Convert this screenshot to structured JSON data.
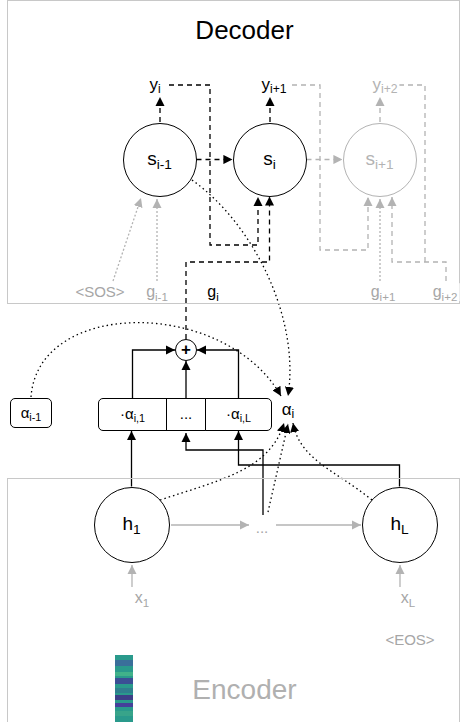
{
  "diagram": {
    "nodes": [
      {
        "text": [
          "Decoder"
        ]
      },
      {
        "text": [
          "si-1"
        ],
        "in": 0
      },
      {
        "text": [
          "si"
        ],
        "in": 0
      },
      {
        "text": [
          "si+1"
        ],
        "in": 0
      },
      {
        "text": [
          "+"
        ]
      },
      {
        "text": [
          "αi-1"
        ]
      },
      {
        "text": [
          "·αi,1"
        ]
      },
      {
        "text": [
          "..."
        ]
      },
      {
        "text": [
          "·αi,L"
        ]
      },
      {
        "text": [
          "Encoder"
        ]
      },
      {
        "text": [
          "h1"
        ],
        "in": 9
      },
      {
        "text": [
          "hL"
        ],
        "in": 9
      }
    ],
    "edges": [
      {
        "from": 1,
        "to": 2,
        "arrow": "to"
      },
      {
        "from": 2,
        "to": 3,
        "arrow": "to"
      },
      {
        "from": 4,
        "to": 2,
        "arrow": "to"
      },
      {
        "from": 6,
        "to": 4,
        "arrow": "to"
      },
      {
        "from": 7,
        "to": 4,
        "arrow": "to"
      },
      {
        "from": 8,
        "to": 4,
        "arrow": "to"
      },
      {
        "from": 10,
        "to": 6,
        "arrow": "to"
      },
      {
        "from": 11,
        "to": 8,
        "arrow": "to"
      }
    ],
    "labels": [
      "yi",
      "yi+1",
      "yi+2",
      "<SOS>",
      "gi-1",
      "gi",
      "gi+1",
      "gi+2",
      "αi",
      "...",
      "x1",
      "xL",
      "<EOS>"
    ]
  }
}
